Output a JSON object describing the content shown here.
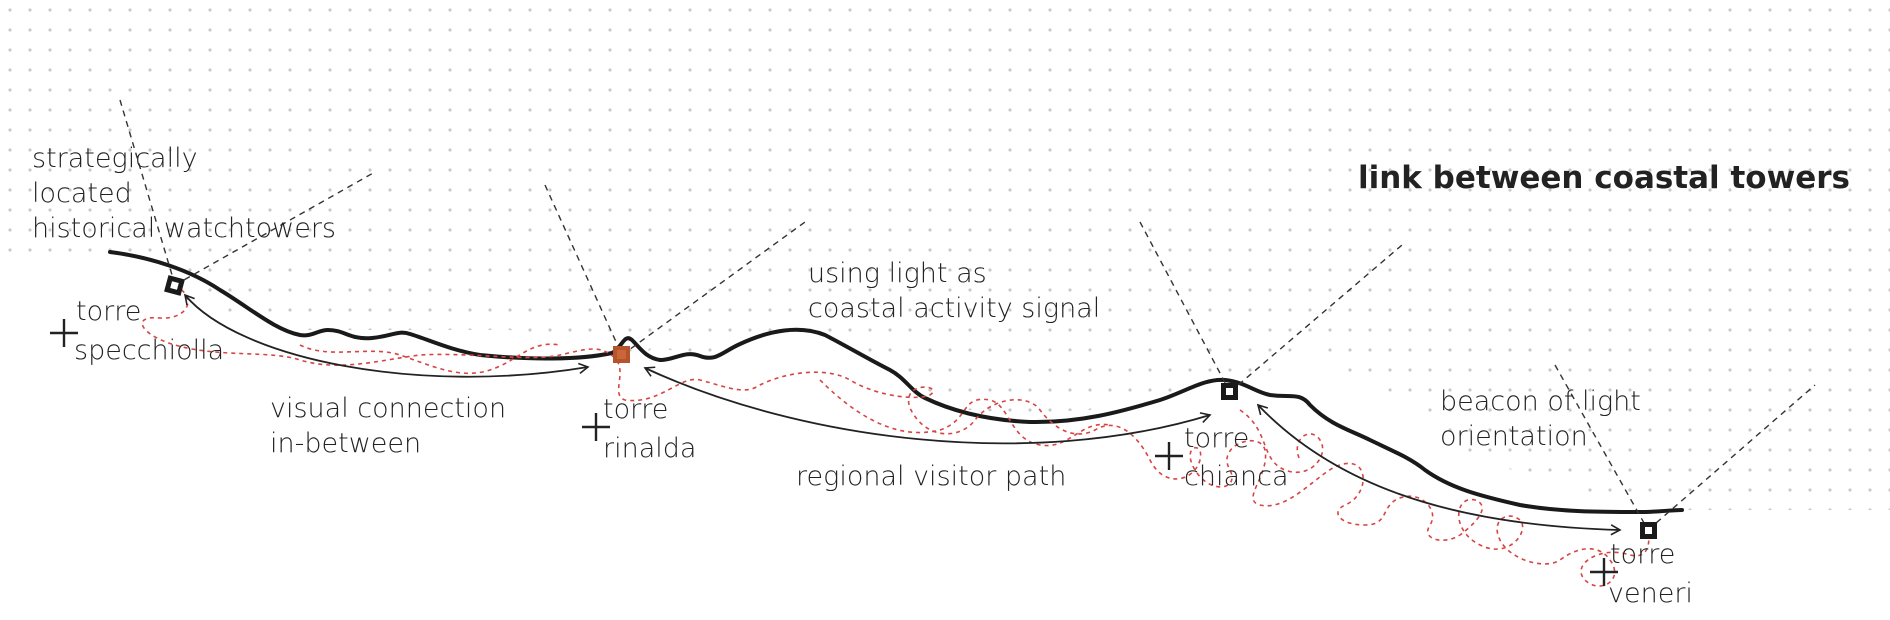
{
  "title": "link between coastal towers",
  "annotations": {
    "strategic": [
      "strategically",
      "located",
      "historical watchtowers"
    ],
    "light_signal": [
      "using light as",
      "coastal activity signal"
    ],
    "visual_connection": [
      "visual connection",
      "in-between"
    ],
    "visitor_path": "regional visitor path",
    "beacon": [
      "beacon of light",
      "orientation"
    ]
  },
  "towers": [
    {
      "line1": "torre",
      "line2": "specchiolla",
      "marker_color": "#1a1a1a"
    },
    {
      "line1": "torre",
      "line2": "rinalda",
      "marker_color": "#b5532b"
    },
    {
      "line1": "torre",
      "line2": "chianca",
      "marker_color": "#1a1a1a"
    },
    {
      "line1": "torre",
      "line2": "veneri",
      "marker_color": "#1a1a1a"
    }
  ],
  "colors": {
    "coastline": "#1a1a1a",
    "visitor_path": "#d64545",
    "highlight_tower": "#b5532b",
    "dot_grid": "#c9c9c9"
  }
}
